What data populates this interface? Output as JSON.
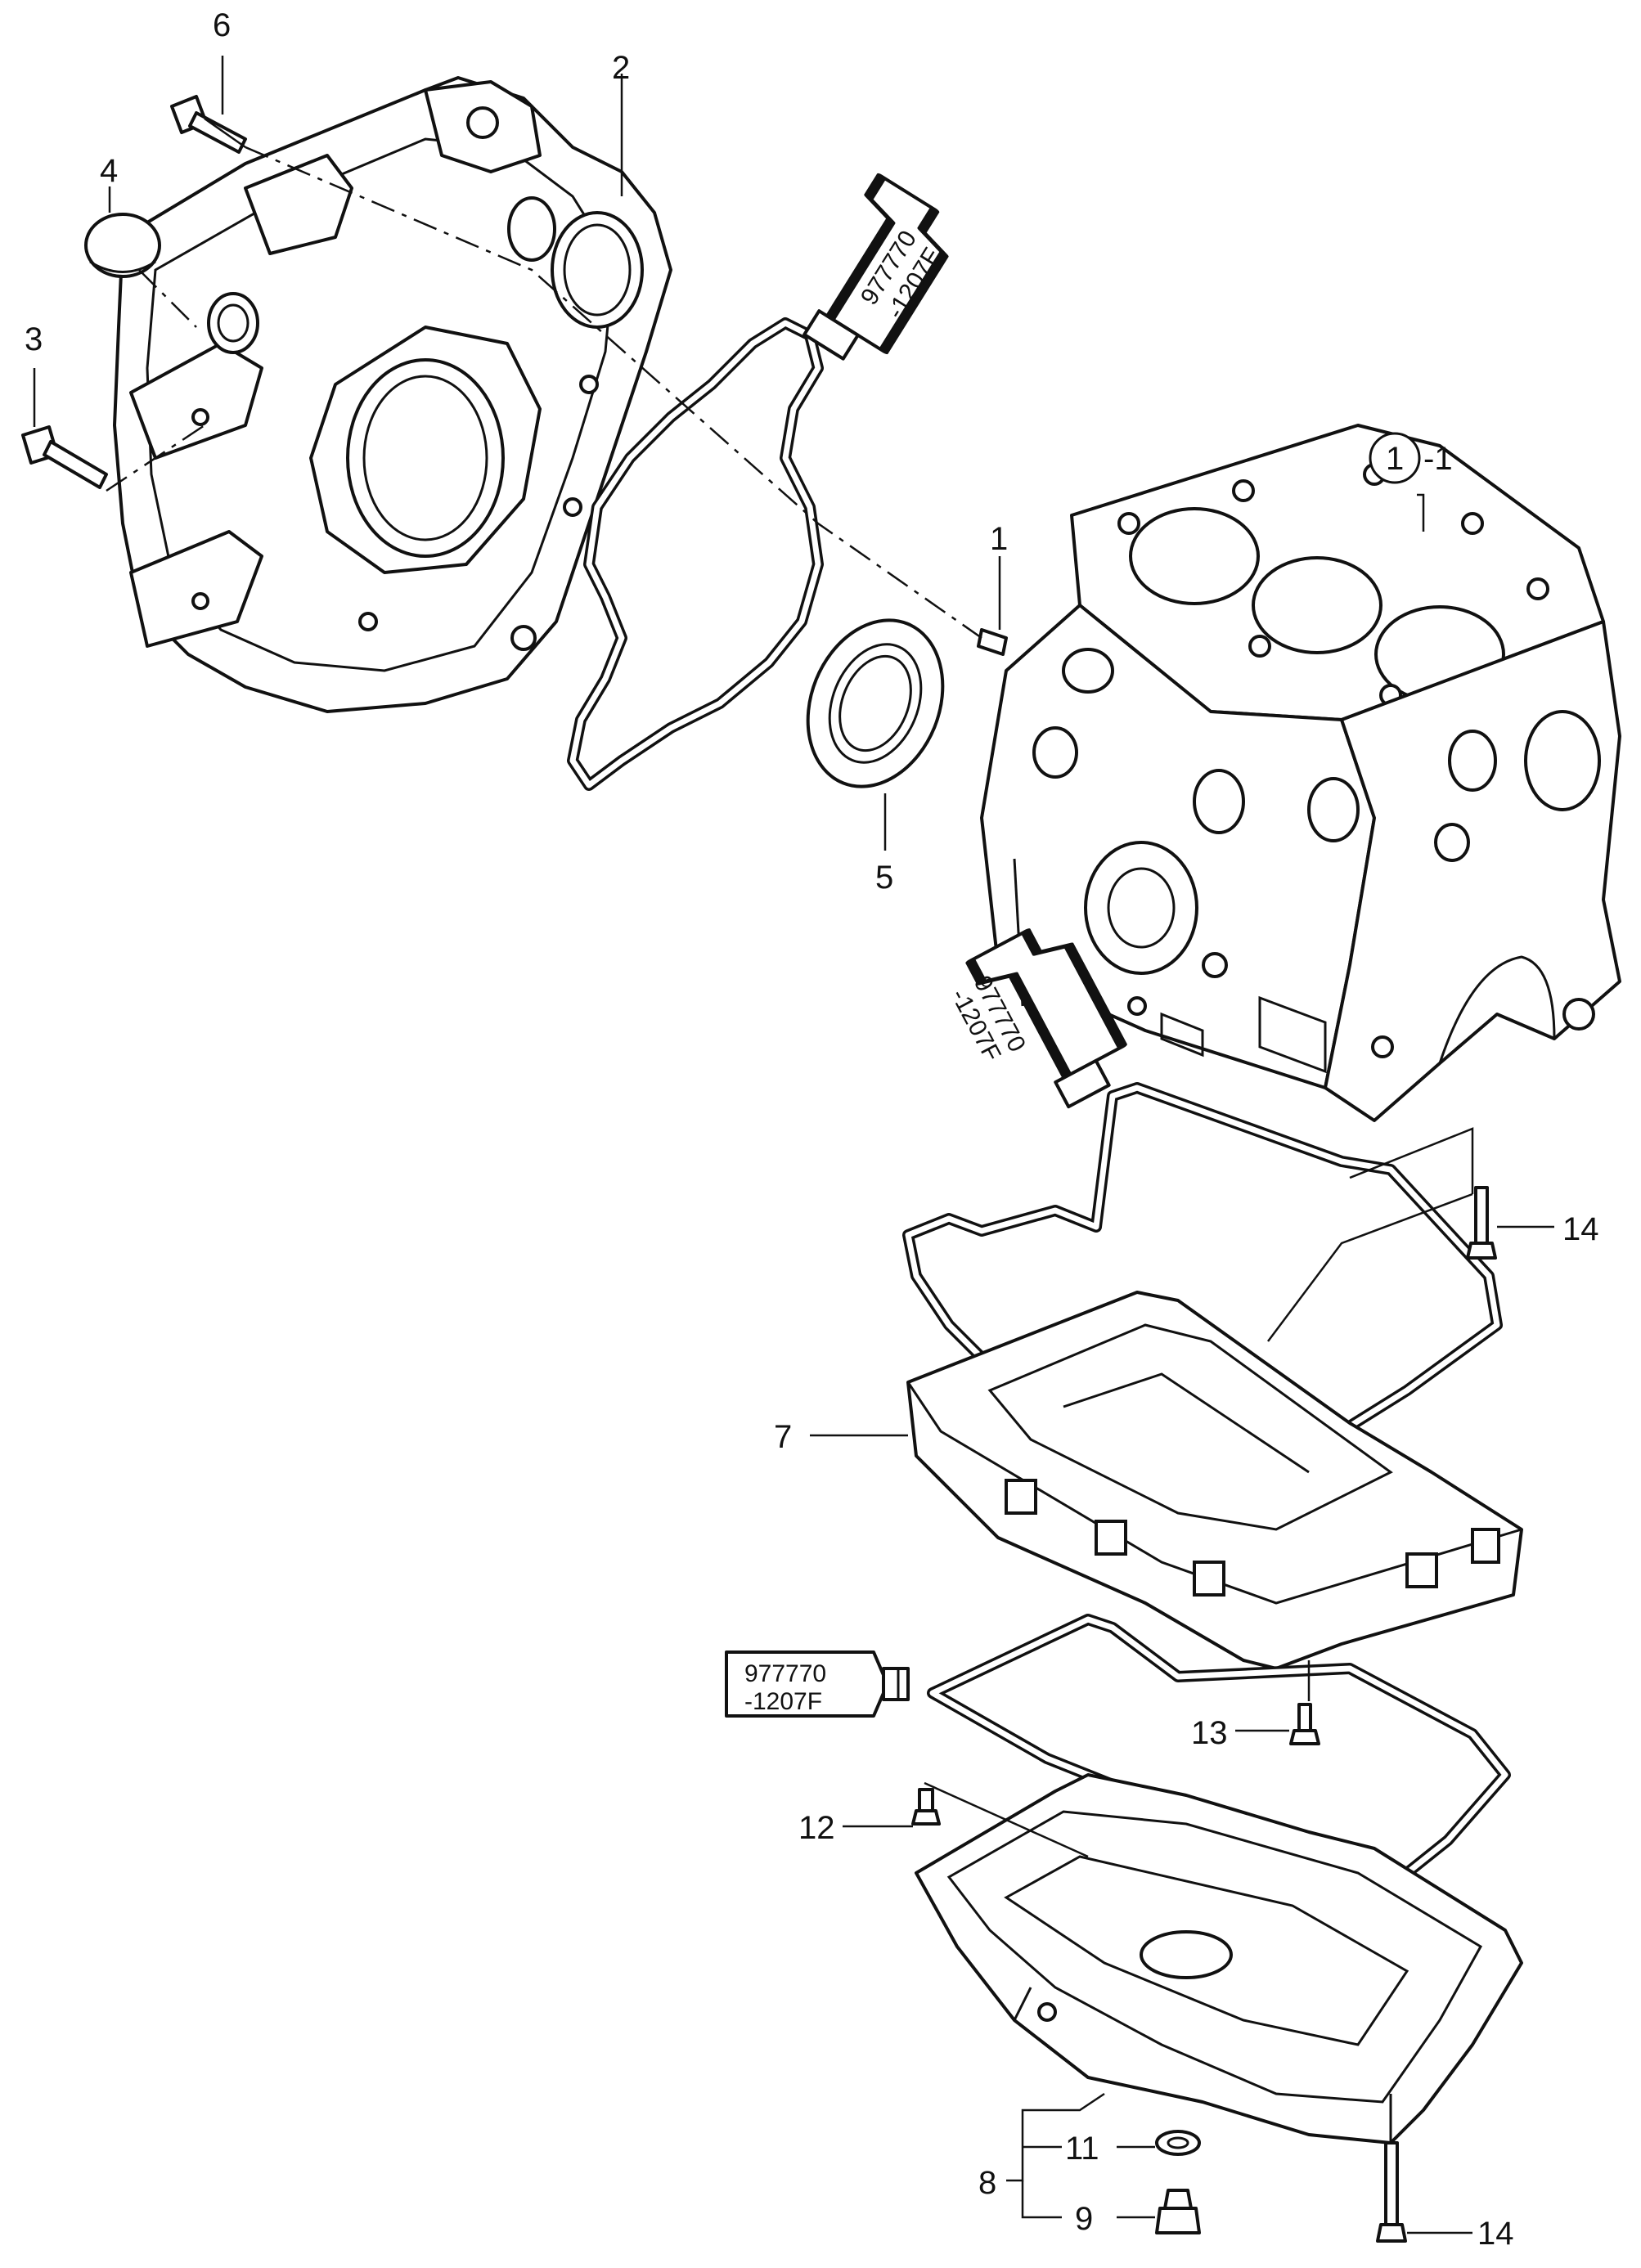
{
  "diagram": {
    "callouts": {
      "c1": "1",
      "c1_1_circle": "1",
      "c1_1_suffix": "-1",
      "c2": "2",
      "c3": "3",
      "c4": "4",
      "c5": "5",
      "c6": "6",
      "c7": "7",
      "c8": "8",
      "c9": "9",
      "c11": "11",
      "c12": "12",
      "c13": "13",
      "c14_upper": "14",
      "c14_lower": "14"
    },
    "sealant_tubes": [
      {
        "line1": "977770",
        "line2": "-1207F"
      },
      {
        "line1": "977770",
        "line2": "-1207F"
      },
      {
        "line1": "977770",
        "line2": "-1207F"
      }
    ]
  }
}
